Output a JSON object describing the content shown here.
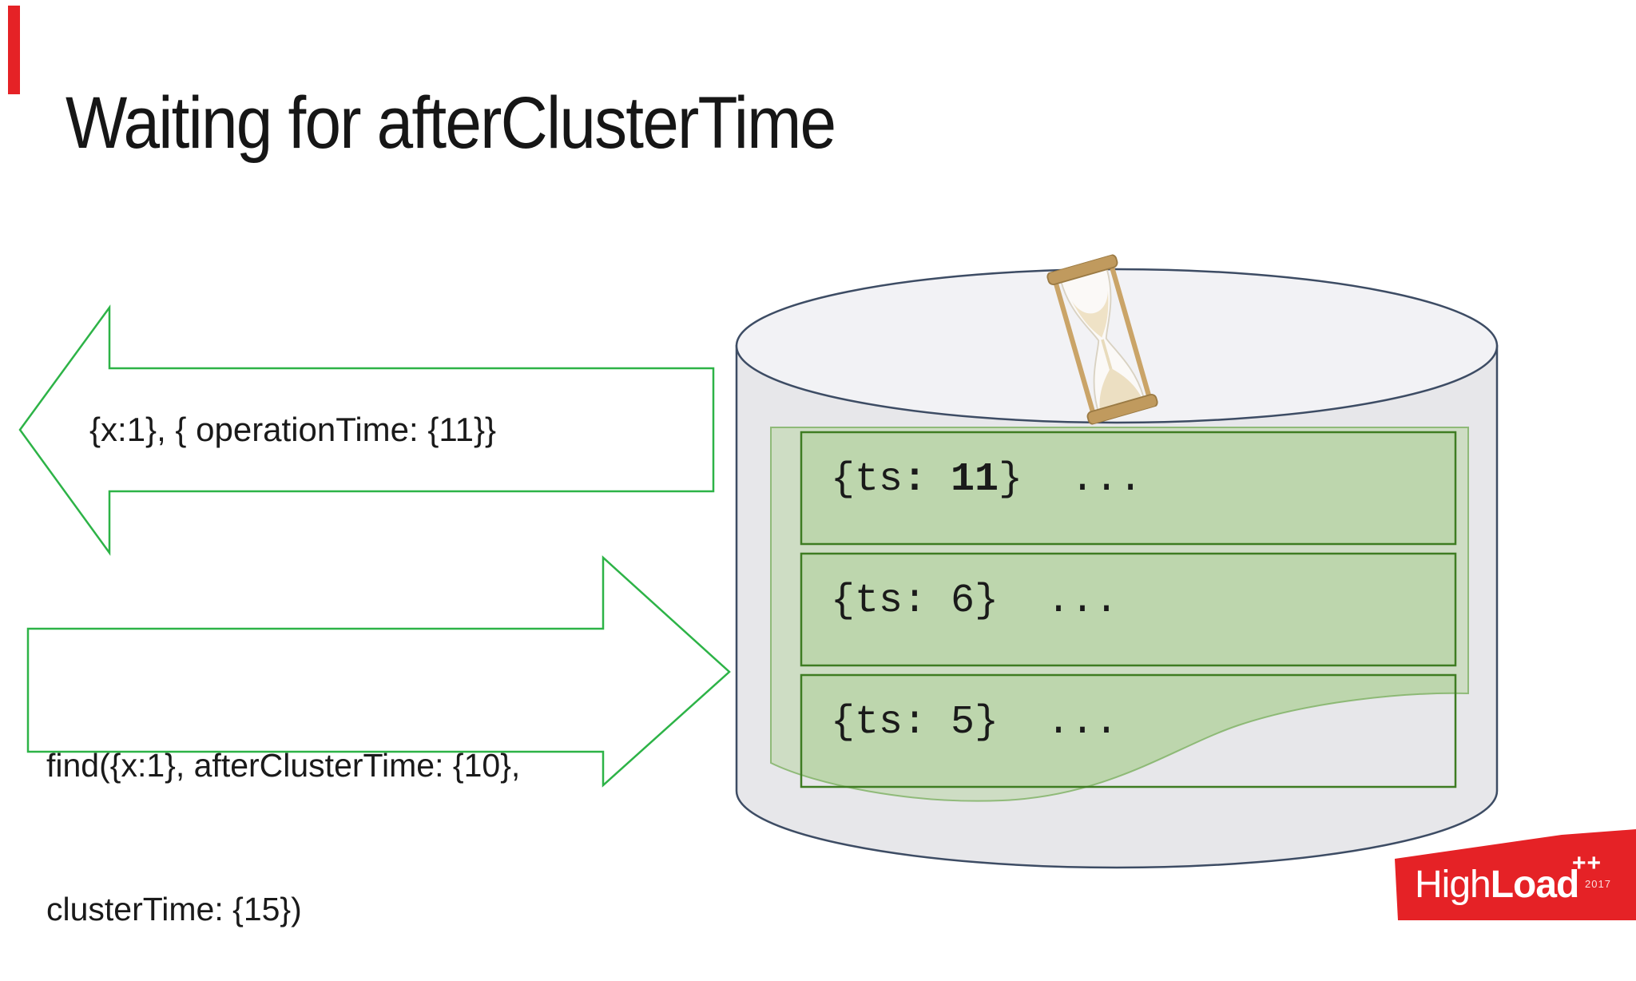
{
  "slide": {
    "title": "Waiting for afterClusterTime"
  },
  "response_arrow": {
    "direction": "left",
    "label": "{x:1}, { operationTime: {11}}"
  },
  "request_arrow": {
    "direction": "right",
    "label_line1": "find({x:1}, afterClusterTime: {10},",
    "label_line2": "clusterTime: {15})"
  },
  "database": {
    "icon": "hourglass-icon",
    "records": [
      {
        "pre": "{ts",
        "bold": ": 11",
        "post": "}  ..."
      },
      {
        "pre": "{ts: 6}  ...",
        "bold": "",
        "post": ""
      },
      {
        "pre": "{ts: 5}  ...",
        "bold": "",
        "post": ""
      }
    ]
  },
  "logo": {
    "brand_light": "High",
    "brand_bold": "Load",
    "suffix": "++",
    "year": "2017"
  },
  "colors": {
    "accent_red": "#e52226",
    "arrow_green": "#2db347",
    "record_border_green": "#3e7c22",
    "cylinder_stroke": "#3d4c64",
    "cylinder_fill": "#e7e7ea"
  }
}
